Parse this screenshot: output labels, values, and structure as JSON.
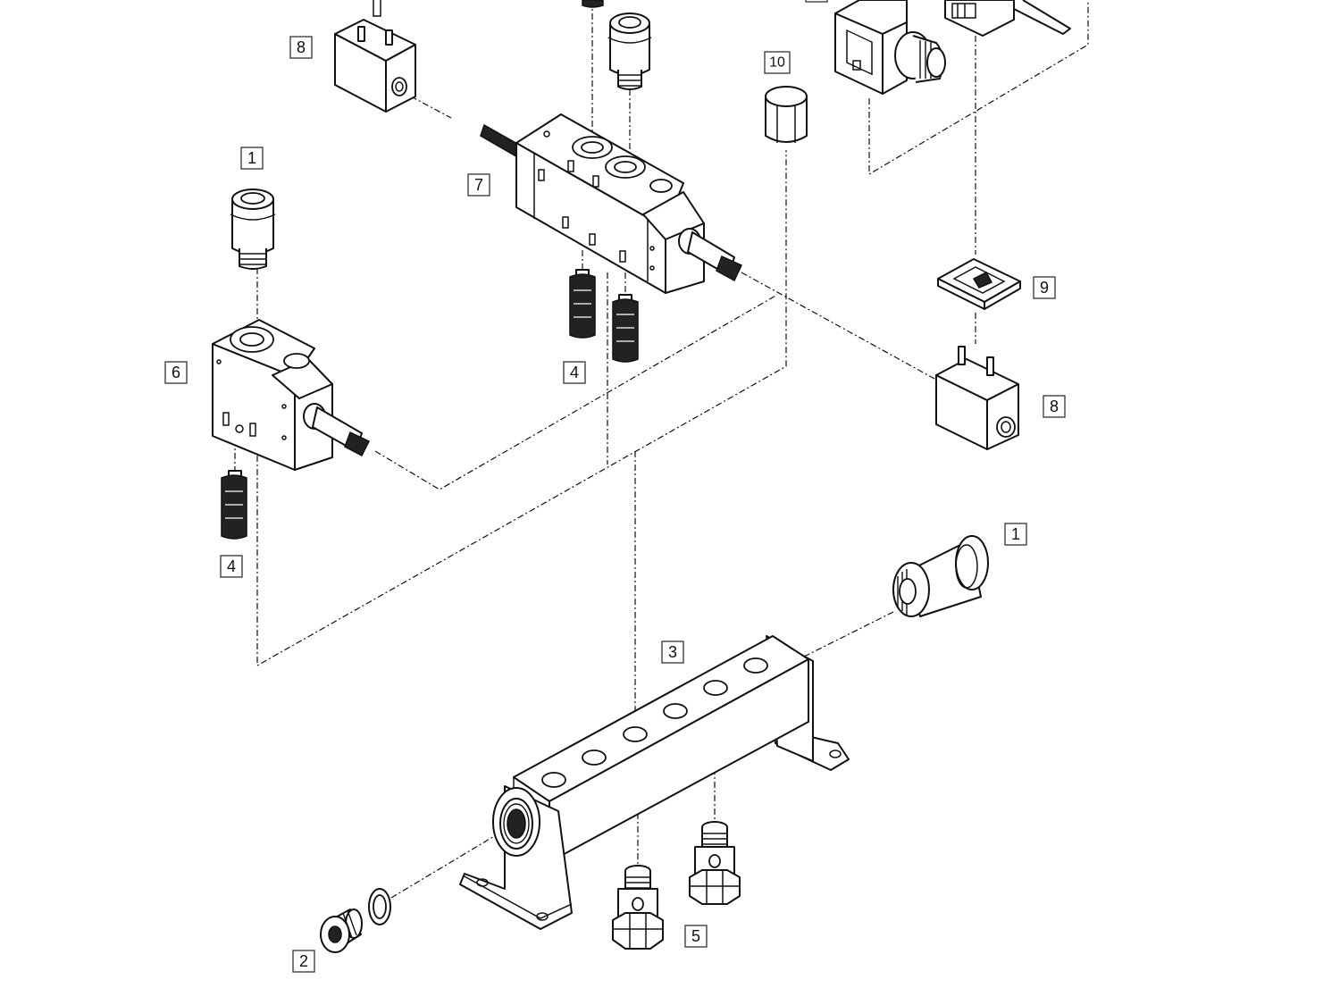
{
  "diagram": {
    "type": "exploded-assembly",
    "callouts": {
      "c1a": "1",
      "c1b": "1",
      "c2": "2",
      "c3": "3",
      "c4a": "4",
      "c4b": "4",
      "c5": "5",
      "c6": "6",
      "c7": "7",
      "c8a": "8",
      "c8b": "8",
      "c9": "9",
      "c10": "10"
    },
    "colors": {
      "line": "#111111",
      "background": "#ffffff"
    }
  }
}
